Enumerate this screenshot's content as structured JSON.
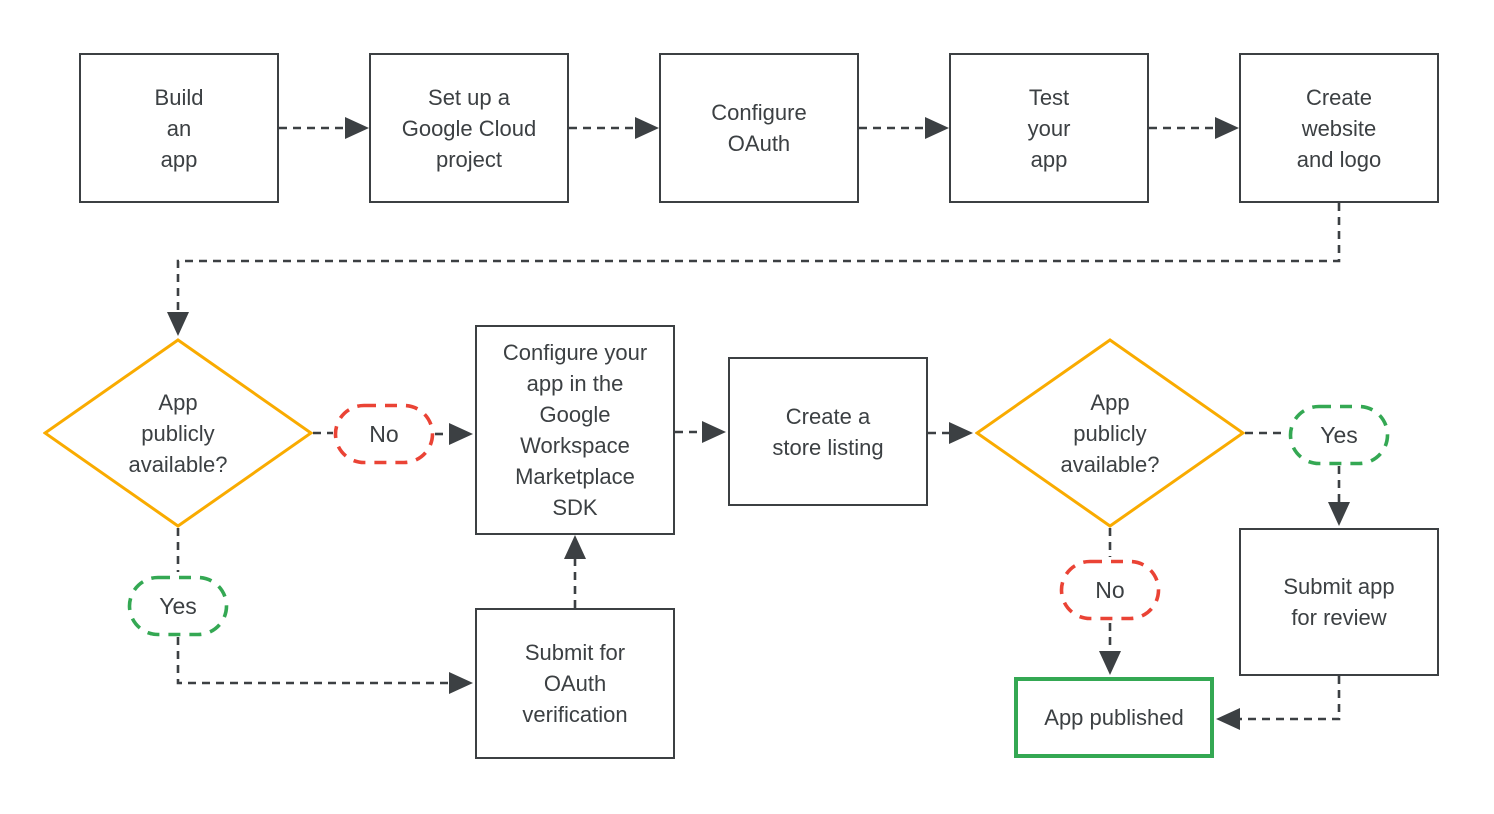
{
  "palette": {
    "ink": "#3C4043",
    "decision_yellow": "#F9AB00",
    "no_red": "#EA4335",
    "yes_green": "#34A853"
  },
  "nodes": {
    "build": {
      "label": "Build\nan\napp"
    },
    "cloud": {
      "label": "Set up a\nGoogle Cloud\nproject"
    },
    "oauth": {
      "label": "Configure\nOAuth"
    },
    "test": {
      "label": "Test\nyour\napp"
    },
    "website": {
      "label": "Create\nwebsite\nand logo"
    },
    "decision1": {
      "label": "App\npublicly\navailable?"
    },
    "no1": {
      "label": "No"
    },
    "yes1": {
      "label": "Yes"
    },
    "sdk": {
      "label": "Configure your\napp in the\nGoogle\nWorkspace\nMarketplace\nSDK"
    },
    "listing": {
      "label": "Create a\nstore listing"
    },
    "decision2": {
      "label": "App\npublicly\navailable?"
    },
    "yes2": {
      "label": "Yes"
    },
    "no2": {
      "label": "No"
    },
    "submit_oauth": {
      "label": "Submit for\nOAuth\nverification"
    },
    "submit_review": {
      "label": "Submit app\nfor review"
    },
    "published": {
      "label": "App published"
    }
  }
}
